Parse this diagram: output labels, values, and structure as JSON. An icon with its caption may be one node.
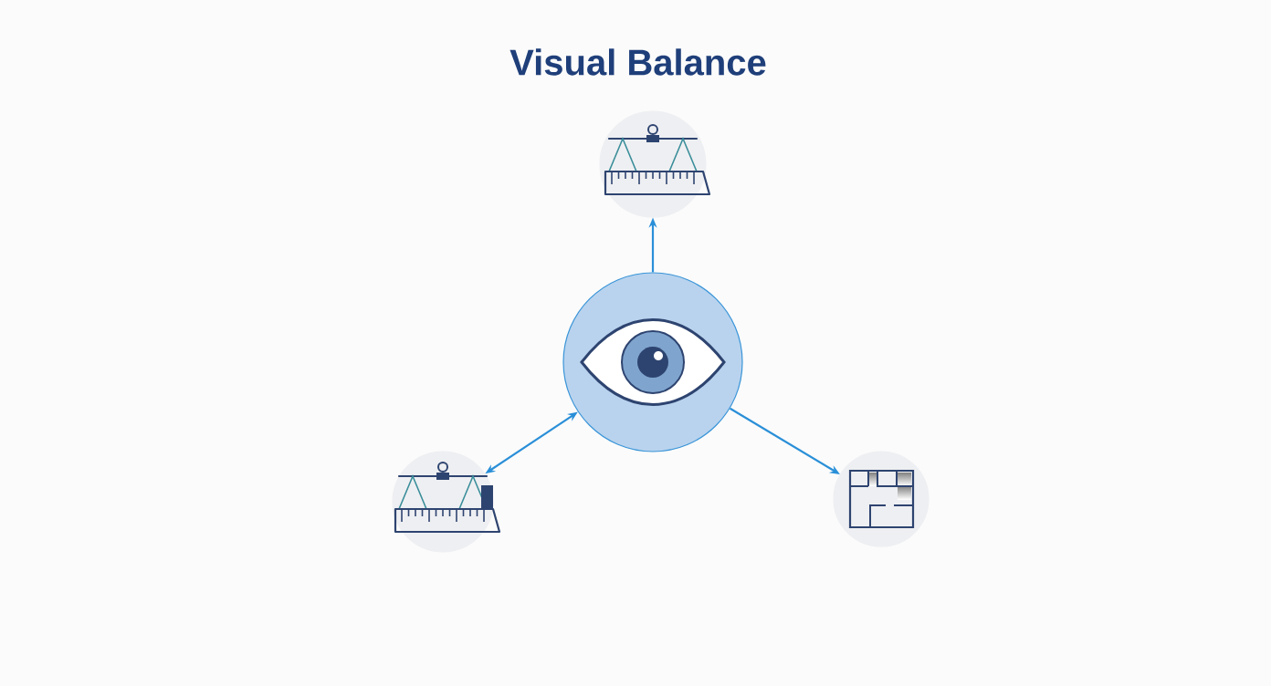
{
  "diagram": {
    "title": "Visual Balance",
    "nodes": [
      {
        "text": [],
        "shape": "circle"
      },
      {
        "text": [],
        "shape": "circle"
      },
      {
        "text": [],
        "shape": "circle"
      },
      {
        "text": [],
        "shape": "circle"
      }
    ],
    "edges": [
      {
        "from": 0,
        "to": 1,
        "arrow": "to"
      },
      {
        "from": 2,
        "to": 0,
        "arrow": "both"
      },
      {
        "from": 0,
        "to": 3,
        "arrow": "to"
      }
    ]
  }
}
